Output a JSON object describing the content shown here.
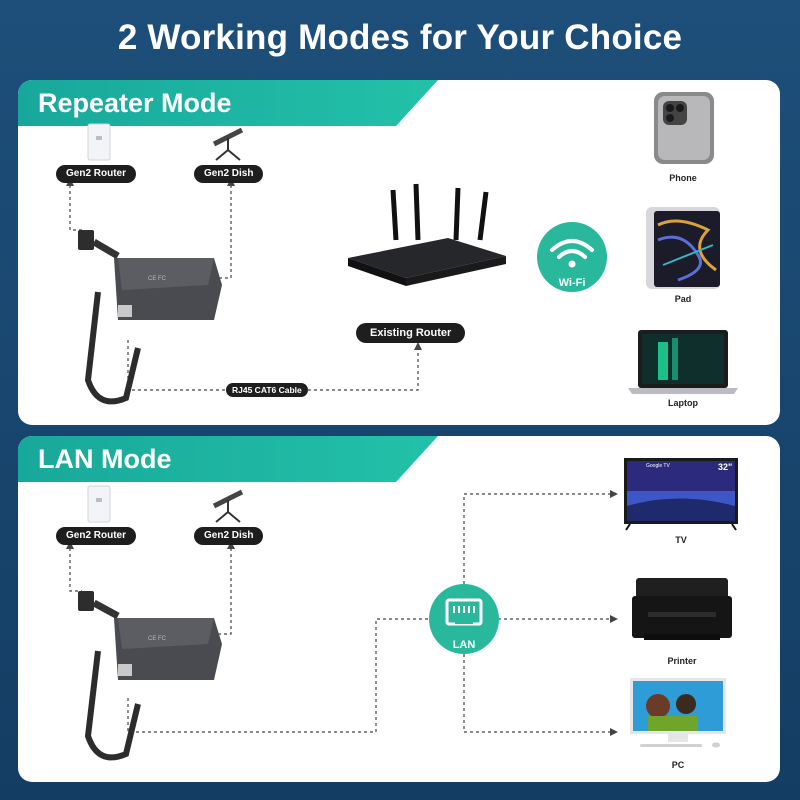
{
  "header": {
    "title": "2 Working Modes for Your Choice"
  },
  "repeater": {
    "title": "Repeater Mode",
    "gen2_router": "Gen2 Router",
    "gen2_dish": "Gen2 Dish",
    "existing_router": "Existing Router",
    "cable": "RJ45 CAT6 Cable",
    "wifi": "Wi-Fi",
    "devices": {
      "phone": "Phone",
      "pad": "Pad",
      "laptop": "Laptop"
    }
  },
  "lan": {
    "title": "LAN Mode",
    "gen2_router": "Gen2 Router",
    "gen2_dish": "Gen2 Dish",
    "hub": "LAN",
    "devices": {
      "tv": "TV",
      "printer": "Printer",
      "pc": "PC"
    },
    "tv_screen": {
      "left_text": "Google TV",
      "size": "32\""
    }
  },
  "colors": {
    "teal": "#1fb5a1",
    "dark": "#1e1e1e",
    "background": "#1a4a73"
  }
}
